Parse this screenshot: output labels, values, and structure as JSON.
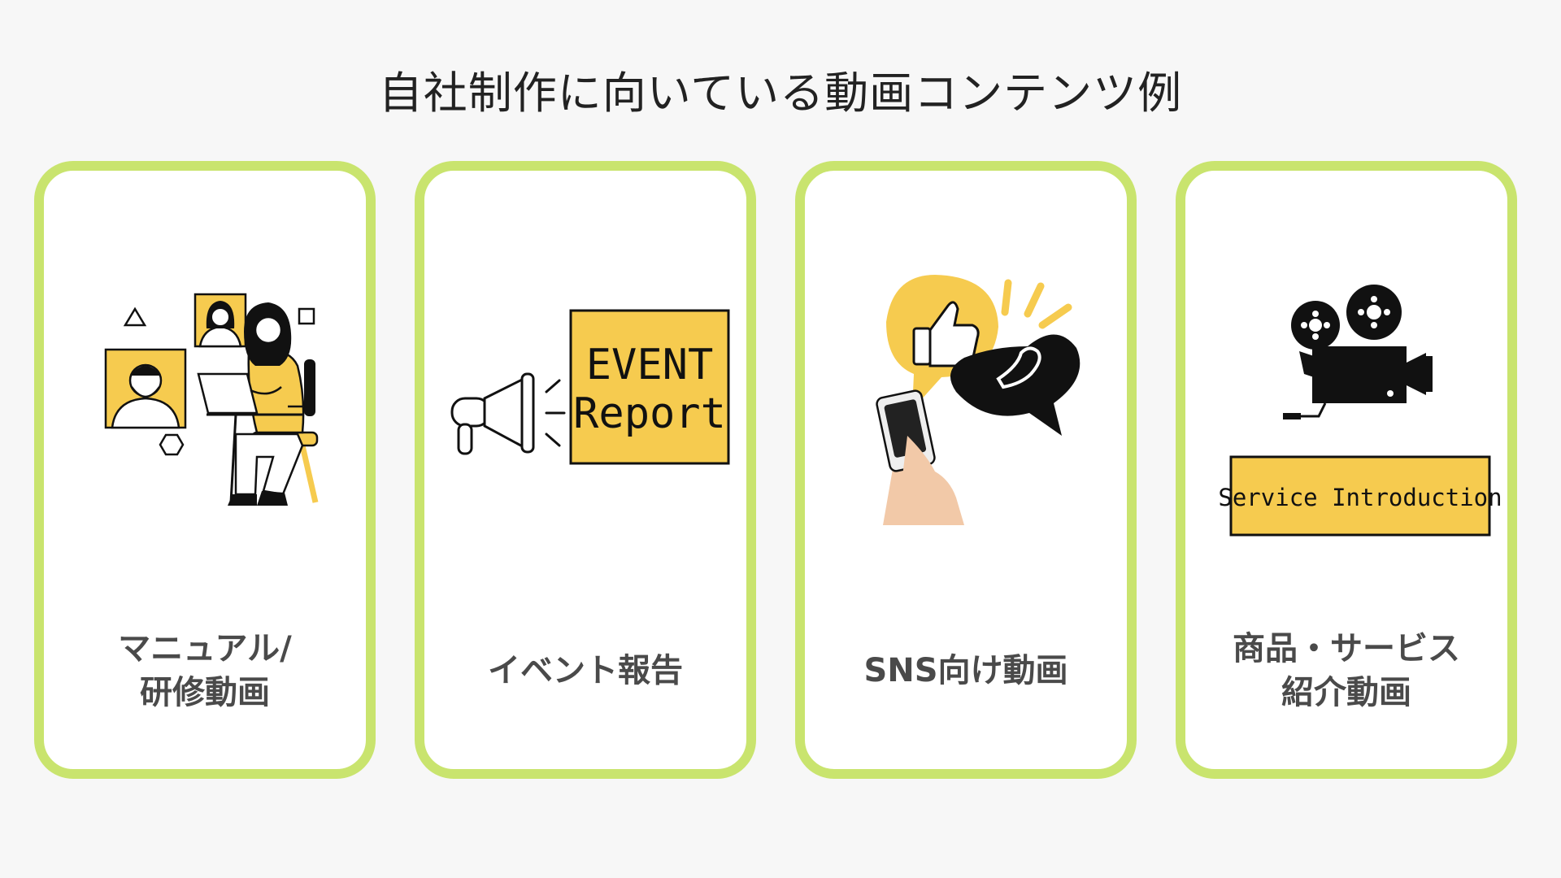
{
  "title": "自社制作に向いている動画コンテンツ例",
  "colors": {
    "card_border": "#c9e46e",
    "accent_yellow": "#f6cb4f",
    "ink": "#111111"
  },
  "cards": [
    {
      "label": "マニュアル/\n研修動画",
      "icon": "remote-work-illustration"
    },
    {
      "label": "イベント報告",
      "icon": "megaphone-event-illustration",
      "sign_line1": "EVENT",
      "sign_line2": "Report"
    },
    {
      "label": "SNS向け動画",
      "icon": "social-like-illustration"
    },
    {
      "label": "商品・サービス\n紹介動画",
      "icon": "film-camera-illustration",
      "sign": "Service Introduction"
    }
  ]
}
